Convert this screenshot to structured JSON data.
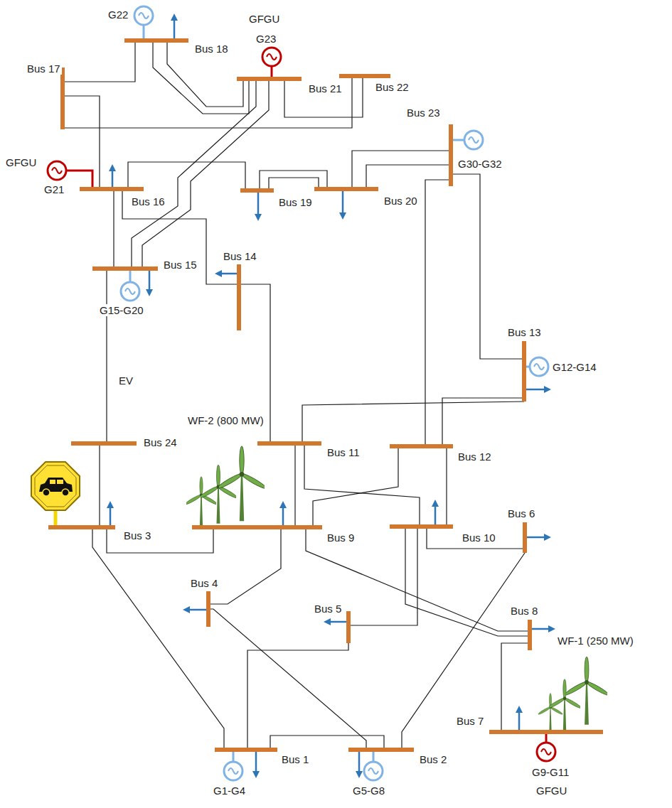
{
  "diagram": {
    "nodes": [
      {
        "text": [
          "Bus 1"
        ]
      },
      {
        "text": [
          "Bus 2"
        ]
      },
      {
        "text": [
          "Bus 3"
        ]
      },
      {
        "text": [
          "Bus 4"
        ]
      },
      {
        "text": [
          "Bus 5"
        ]
      },
      {
        "text": [
          "Bus 6"
        ]
      },
      {
        "text": [
          "Bus 7"
        ]
      },
      {
        "text": [
          "Bus 8"
        ]
      },
      {
        "text": [
          "Bus 9"
        ]
      },
      {
        "text": [
          "Bus 10"
        ]
      },
      {
        "text": [
          "Bus 11"
        ]
      },
      {
        "text": [
          "Bus 12"
        ]
      },
      {
        "text": [
          "Bus 13"
        ]
      },
      {
        "text": [
          "Bus 14"
        ]
      },
      {
        "text": [
          "Bus 15"
        ]
      },
      {
        "text": [
          "Bus 16"
        ]
      },
      {
        "text": [
          "Bus 17"
        ]
      },
      {
        "text": [
          "Bus 18"
        ]
      },
      {
        "text": [
          "Bus 19"
        ]
      },
      {
        "text": [
          "Bus 20"
        ]
      },
      {
        "text": [
          "Bus 21"
        ]
      },
      {
        "text": [
          "Bus 22"
        ]
      },
      {
        "text": [
          "Bus 23"
        ]
      },
      {
        "text": [
          "Bus 24"
        ]
      }
    ],
    "edges": [
      {
        "from": 0,
        "to": 1,
        "arrow": "none"
      },
      {
        "from": 0,
        "to": 2,
        "arrow": "none"
      },
      {
        "from": 0,
        "to": 4,
        "arrow": "none"
      },
      {
        "from": 1,
        "to": 3,
        "arrow": "none"
      },
      {
        "from": 1,
        "to": 5,
        "arrow": "none"
      },
      {
        "from": 2,
        "to": 8,
        "arrow": "none"
      },
      {
        "from": 2,
        "to": 23,
        "arrow": "none"
      },
      {
        "from": 3,
        "to": 8,
        "arrow": "none"
      },
      {
        "from": 4,
        "to": 9,
        "arrow": "none"
      },
      {
        "from": 5,
        "to": 9,
        "arrow": "none"
      },
      {
        "from": 6,
        "to": 7,
        "arrow": "none"
      },
      {
        "from": 7,
        "to": 8,
        "arrow": "none"
      },
      {
        "from": 7,
        "to": 9,
        "arrow": "none"
      },
      {
        "from": 8,
        "to": 10,
        "arrow": "none"
      },
      {
        "from": 8,
        "to": 11,
        "arrow": "none"
      },
      {
        "from": 9,
        "to": 10,
        "arrow": "none"
      },
      {
        "from": 9,
        "to": 11,
        "arrow": "none"
      },
      {
        "from": 10,
        "to": 12,
        "arrow": "none"
      },
      {
        "from": 10,
        "to": 13,
        "arrow": "none"
      },
      {
        "from": 11,
        "to": 12,
        "arrow": "none"
      },
      {
        "from": 11,
        "to": 22,
        "arrow": "none"
      },
      {
        "from": 12,
        "to": 22,
        "arrow": "none"
      },
      {
        "from": 13,
        "to": 15,
        "arrow": "none"
      },
      {
        "from": 14,
        "to": 15,
        "arrow": "none"
      },
      {
        "from": 14,
        "to": 20,
        "arrow": "none"
      },
      {
        "from": 14,
        "to": 20,
        "arrow": "none"
      },
      {
        "from": 14,
        "to": 23,
        "arrow": "none"
      },
      {
        "from": 15,
        "to": 16,
        "arrow": "none"
      },
      {
        "from": 15,
        "to": 18,
        "arrow": "none"
      },
      {
        "from": 16,
        "to": 17,
        "arrow": "none"
      },
      {
        "from": 16,
        "to": 21,
        "arrow": "none"
      },
      {
        "from": 17,
        "to": 20,
        "arrow": "none"
      },
      {
        "from": 17,
        "to": 20,
        "arrow": "none"
      },
      {
        "from": 18,
        "to": 19,
        "arrow": "none"
      },
      {
        "from": 18,
        "to": 19,
        "arrow": "none"
      },
      {
        "from": 19,
        "to": 22,
        "arrow": "none"
      },
      {
        "from": 19,
        "to": 22,
        "arrow": "none"
      },
      {
        "from": 20,
        "to": 21,
        "arrow": "none"
      }
    ],
    "labels": [
      "GFGU",
      "G22",
      "G23",
      "G30-G32",
      "GFGU",
      "G21",
      "G15-G20",
      "G12-G14",
      "EV",
      "WF-2 (800 MW)",
      "WF-1 (250 MW)",
      "G1-G4",
      "G5-G8",
      "G9-G11",
      "GFGU"
    ]
  }
}
